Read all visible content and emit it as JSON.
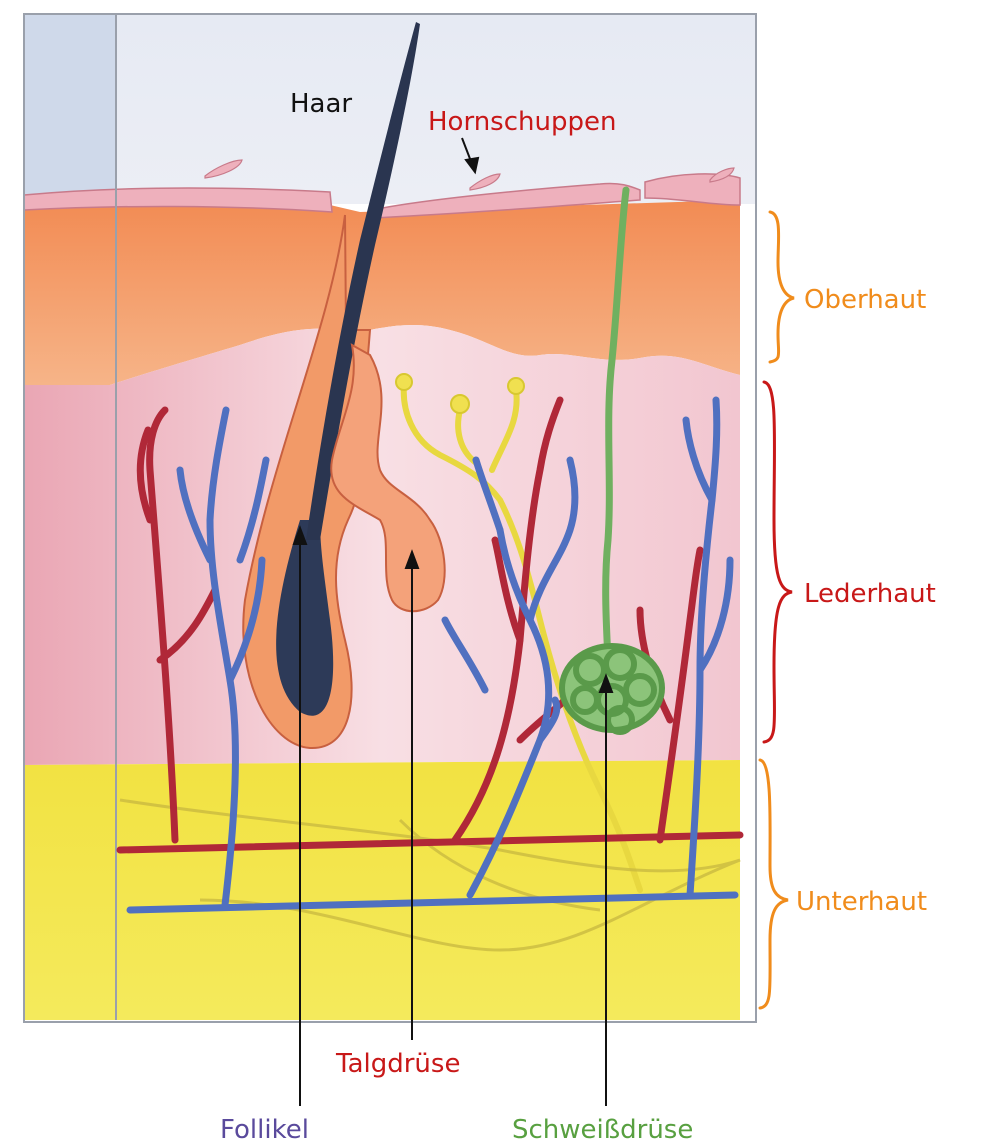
{
  "diagram": {
    "labels": {
      "hair": "Haar",
      "scales": "Hornschuppen",
      "epidermis": "Oberhaut",
      "dermis": "Lederhaut",
      "subcutis": "Unterhaut",
      "sebaceous_gland": "Talgdrüse",
      "follicle": "Follikel",
      "sweat_gland": "Schweißdrüse"
    },
    "colors": {
      "sky": "#dde3f0",
      "horn": "#e8a0b0",
      "epidermis": "#f0a070",
      "dermis": "#f4c8d0",
      "subcutis": "#f0e040",
      "hair": "#2a3550",
      "artery": "#b02838",
      "vein": "#5070c0",
      "sebaceous": "#e8d840",
      "sweat": "#70b060",
      "label_red": "#c81818",
      "label_orange": "#f08c1c",
      "label_purple": "#5a4a9c",
      "label_green": "#58a040",
      "label_black": "#111111"
    }
  }
}
